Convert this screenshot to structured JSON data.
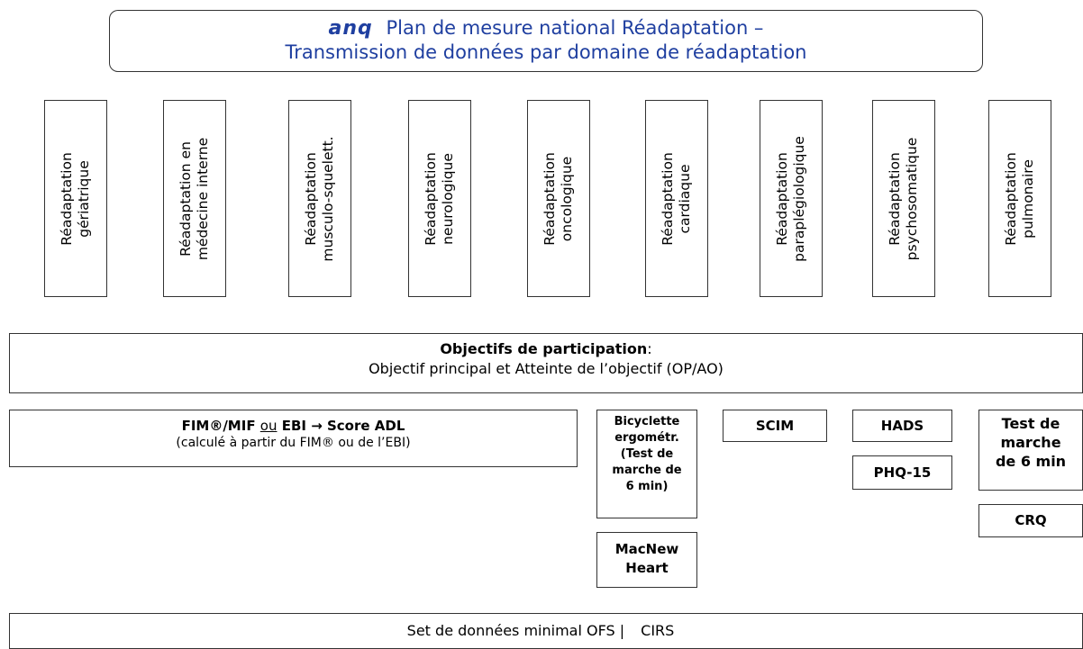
{
  "header": {
    "logo": "anq",
    "title_line1": "Plan de mesure national Réadaptation –",
    "title_line2": "Transmission de données par domaine de réadaptation"
  },
  "domains": [
    {
      "line1": "Réadaptation",
      "line2": "gériatrique"
    },
    {
      "line1": "Réadaptation en",
      "line2": "médecine interne"
    },
    {
      "line1": "Réadaptation",
      "line2": "musculo-squelett."
    },
    {
      "line1": "Réadaptation",
      "line2": "neurologique"
    },
    {
      "line1": "Réadaptation",
      "line2": "oncologique"
    },
    {
      "line1": "Réadaptation",
      "line2": "cardiaque"
    },
    {
      "line1": "Réadaptation",
      "line2": "paraplégiologique"
    },
    {
      "line1": "Réadaptation",
      "line2": "psychosomatique"
    },
    {
      "line1": "Réadaptation",
      "line2": "pulmonaire"
    }
  ],
  "participation": {
    "title": "Objectifs de participation",
    "colon": ":",
    "subtitle": "Objectif principal et Atteinte de l’objectif (OP/AO)"
  },
  "fim": {
    "part1": "FIM®/MIF ",
    "or": "ou",
    "part2": " EBI → Score ADL",
    "subtitle": "(calculé à partir du FIM® ou de l’EBI)"
  },
  "instruments": {
    "bicycle": [
      "Bicyclette",
      "ergométr.",
      "(Test de",
      "marche de",
      "6 min)"
    ],
    "macnew": [
      "MacNew",
      "Heart"
    ],
    "scim": "SCIM",
    "hads": "HADS",
    "phq": "PHQ-15",
    "walk": [
      "Test de",
      "marche",
      "de 6 min"
    ],
    "crq": "CRQ"
  },
  "minimal": {
    "label": "Set de données minimal OFS |",
    "cirs": "CIRS"
  }
}
